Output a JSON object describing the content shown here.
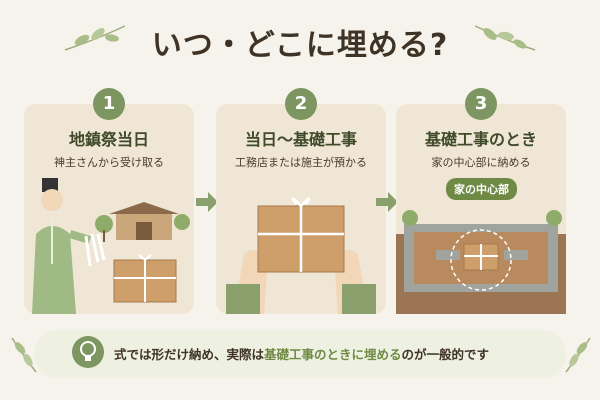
{
  "title": "いつ・どこに埋める?",
  "steps": [
    {
      "number": "1",
      "title": "地鎮祭当日",
      "subtitle": "神主さんから受け取る"
    },
    {
      "number": "2",
      "title": "当日〜基礎工事",
      "subtitle": "工務店または施主が預かる"
    },
    {
      "number": "3",
      "title": "基礎工事のとき",
      "subtitle": "家の中心部に納める",
      "callout": "家の中心部"
    }
  ],
  "note": {
    "part1": "式では形だけ納め、実際は",
    "highlight": "基礎工事のときに埋める",
    "part2": "のが一般的です"
  },
  "colors": {
    "accent": "#7d9560",
    "card": "#efe6d6",
    "background": "#f6f3ec"
  },
  "icons": [
    "leaf-sprig-icon",
    "arrow-right-icon",
    "lightbulb-icon"
  ]
}
